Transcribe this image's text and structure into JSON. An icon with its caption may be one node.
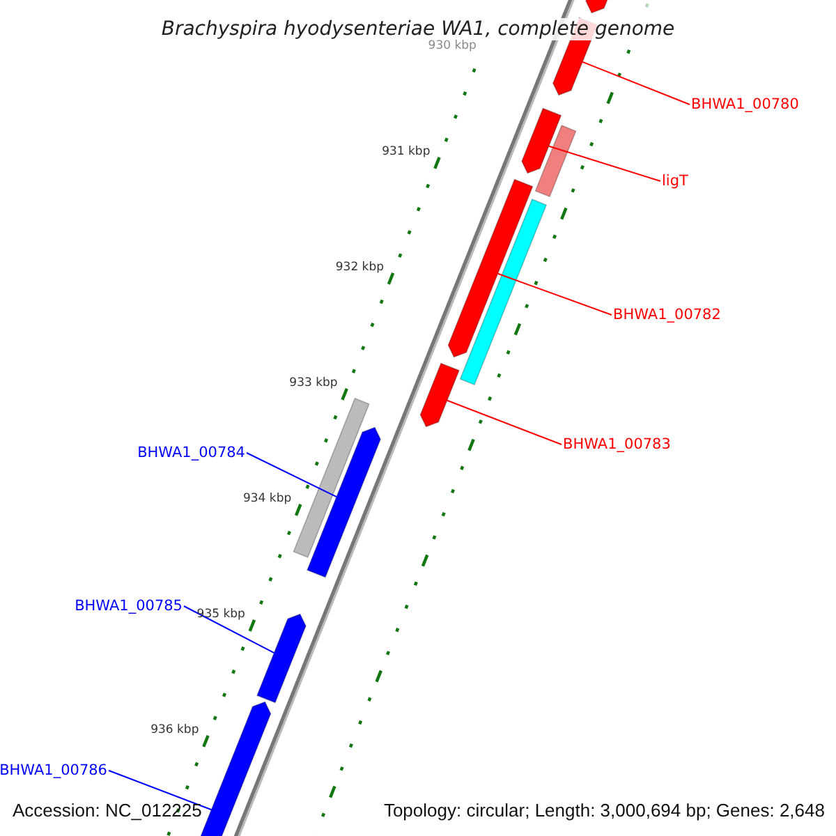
{
  "diagram": {
    "title": "Brachyspira hyodysenteriae WA1, complete genome",
    "nodes": [
      {
        "text": [
          "BHWA1_00780"
        ]
      },
      {
        "text": [
          "ligT"
        ]
      },
      {
        "text": [
          "BHWA1_00782"
        ]
      },
      {
        "text": [
          "BHWA1_00783"
        ]
      },
      {
        "text": [
          "BHWA1_00784"
        ]
      },
      {
        "text": [
          "BHWA1_00785"
        ]
      },
      {
        "text": [
          "BHWA1_00786"
        ]
      },
      {
        "text": [],
        "shape": "bar"
      },
      {
        "text": [],
        "shape": "bar"
      },
      {
        "text": [],
        "shape": "bar"
      },
      {
        "text": [],
        "shape": "bar"
      },
      {
        "text": [],
        "shape": "bar"
      },
      {
        "text": [],
        "shape": "bar"
      },
      {
        "text": [],
        "shape": "bar"
      },
      {
        "text": [],
        "shape": "bar"
      },
      {
        "text": [],
        "shape": "bar"
      },
      {
        "text": [],
        "shape": "bar"
      },
      {
        "text": [],
        "shape": "bar"
      }
    ],
    "edges": [
      {
        "from": 0,
        "to": 8,
        "arrow": "none"
      },
      {
        "from": 1,
        "to": 10,
        "arrow": "none"
      },
      {
        "from": 2,
        "to": 11,
        "arrow": "none"
      },
      {
        "from": 3,
        "to": 13,
        "arrow": "none"
      },
      {
        "from": 4,
        "to": 15,
        "arrow": "none",
        "color": "#0000ff"
      },
      {
        "from": 5,
        "to": 16,
        "arrow": "none",
        "color": "#0000ff"
      },
      {
        "from": 6,
        "to": 17,
        "arrow": "none",
        "color": "#0000ff"
      }
    ],
    "labels": [
      "930 kbp",
      "931 kbp",
      "932 kbp",
      "933 kbp",
      "934 kbp",
      "935 kbp",
      "936 kbp",
      "Accession: NC_012225",
      "Topology: circular; Length: 3,000,694 bp; Genes: 2,648"
    ]
  }
}
